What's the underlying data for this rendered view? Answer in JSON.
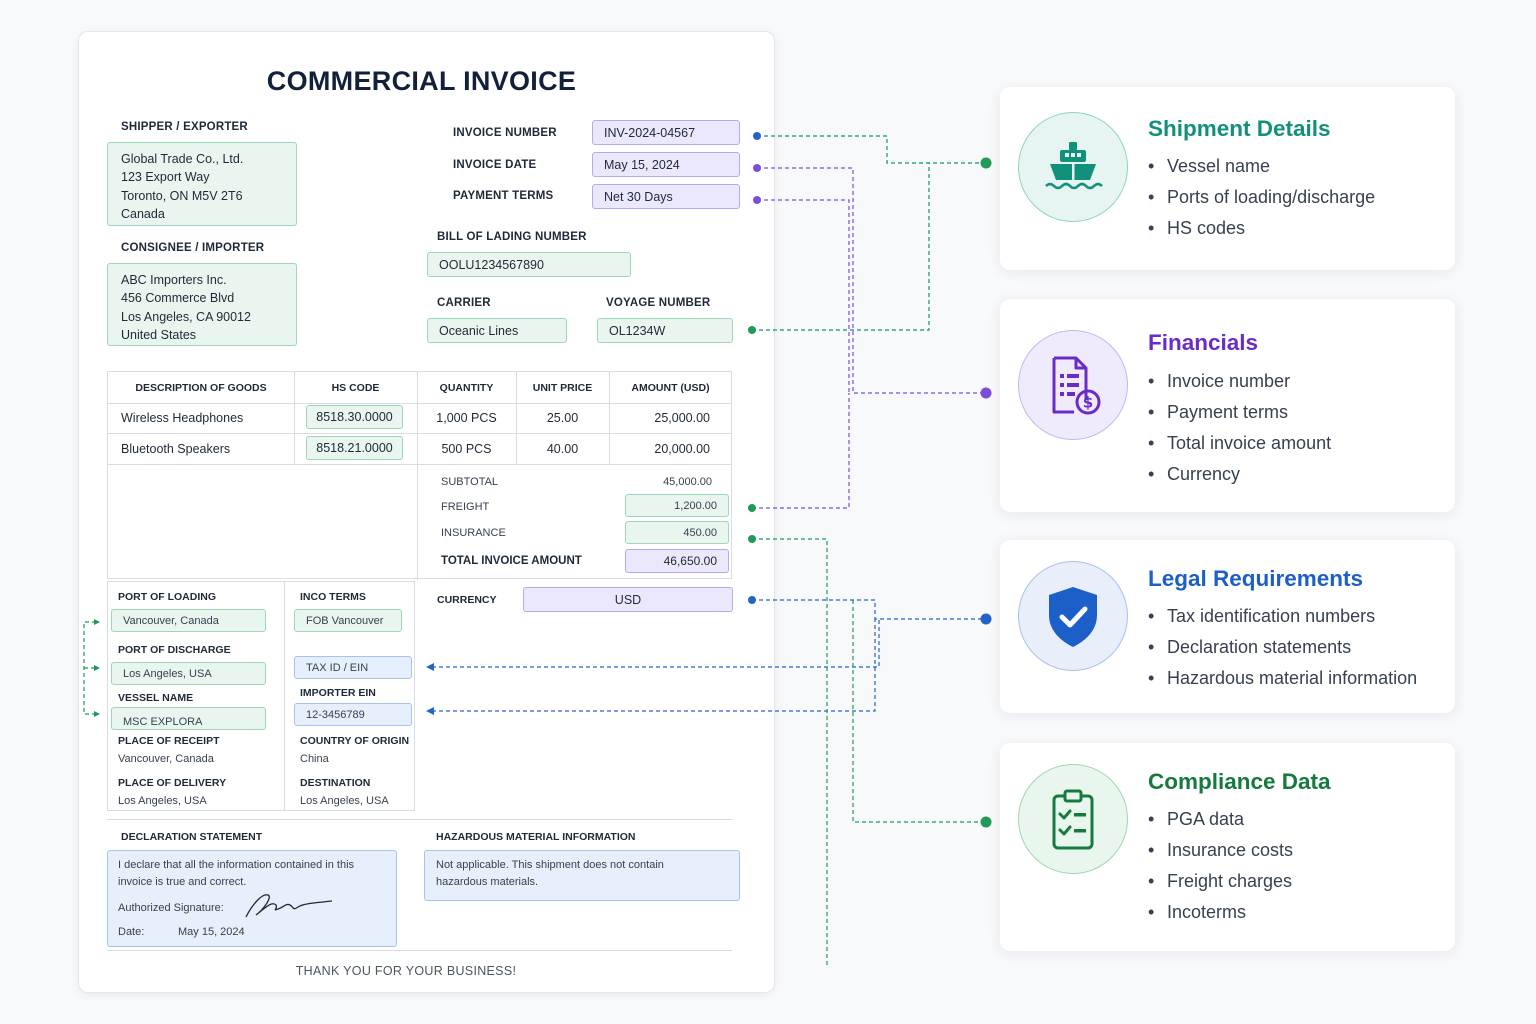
{
  "invoice": {
    "title": "COMMERCIAL INVOICE",
    "shipper": {
      "label": "SHIPPER / EXPORTER",
      "lines": [
        "Global Trade Co., Ltd.",
        "123 Export Way",
        "Toronto, ON M5V 2T6",
        "Canada"
      ]
    },
    "consignee": {
      "label": "CONSIGNEE / IMPORTER",
      "lines": [
        "ABC Importers Inc.",
        "456 Commerce Blvd",
        "Los Angeles, CA 90012",
        "United States"
      ]
    },
    "invoice_number": {
      "label": "INVOICE NUMBER",
      "value": "INV-2024-04567"
    },
    "invoice_date": {
      "label": "INVOICE DATE",
      "value": "May 15, 2024"
    },
    "payment_terms": {
      "label": "PAYMENT TERMS",
      "value": "Net 30 Days"
    },
    "bill_of_lading": {
      "label": "BILL OF LADING NUMBER",
      "value": "OOLU1234567890"
    },
    "carrier": {
      "label": "CARRIER",
      "value": "Oceanic Lines"
    },
    "voyage_number": {
      "label": "VOYAGE NUMBER",
      "value": "OL1234W"
    },
    "table": {
      "headers": [
        "DESCRIPTION OF GOODS",
        "HS CODE",
        "QUANTITY",
        "UNIT PRICE",
        "AMOUNT (USD)"
      ],
      "rows": [
        {
          "description": "Wireless Headphones",
          "hs_code": "8518.30.0000",
          "quantity": "1,000 PCS",
          "unit_price": "25.00",
          "amount": "25,000.00"
        },
        {
          "description": "Bluetooth Speakers",
          "hs_code": "8518.21.0000",
          "quantity": "500 PCS",
          "unit_price": "40.00",
          "amount": "20,000.00"
        }
      ]
    },
    "totals": {
      "subtotal_label": "SUBTOTAL",
      "subtotal": "45,000.00",
      "freight_label": "FREIGHT",
      "freight": "1,200.00",
      "insurance_label": "INSURANCE",
      "insurance": "450.00",
      "total_label": "TOTAL INVOICE AMOUNT",
      "total": "46,650.00"
    },
    "currency": {
      "label": "CURRENCY",
      "value": "USD"
    },
    "port_of_loading": {
      "label": "PORT OF LOADING",
      "value": "Vancouver, Canada"
    },
    "inco_terms": {
      "label": "INCO TERMS",
      "value": "FOB Vancouver"
    },
    "port_of_discharge": {
      "label": "PORT OF DISCHARGE",
      "value": "Los Angeles, USA"
    },
    "tax_id": {
      "value": "TAX ID / EIN"
    },
    "vessel_name": {
      "label": "VESSEL NAME",
      "value": "MSC EXPLORA"
    },
    "importer_ein": {
      "label": "IMPORTER EIN",
      "value": "12-3456789"
    },
    "place_of_receipt": {
      "label": "PLACE OF RECEIPT",
      "value": "Vancouver, Canada"
    },
    "country_of_origin": {
      "label": "COUNTRY OF ORIGIN",
      "value": "China"
    },
    "place_of_delivery": {
      "label": "PLACE OF DELIVERY",
      "value": "Los Angeles, USA"
    },
    "destination": {
      "label": "DESTINATION",
      "value": "Los Angeles, USA"
    },
    "declaration": {
      "label": "DECLARATION STATEMENT",
      "line1": "I declare that all the information contained in this",
      "line2": "invoice is true and correct.",
      "signature_label": "Authorized Signature:",
      "date_label": "Date:",
      "date": "May 15, 2024"
    },
    "hazardous": {
      "label": "HAZARDOUS MATERIAL INFORMATION",
      "line1": "Not applicable. This shipment does not contain",
      "line2": "hazardous materials."
    },
    "footer": "THANK YOU FOR YOUR BUSINESS!"
  },
  "categories": [
    {
      "title": "Shipment Details",
      "color": "#12917a",
      "icon": "ship-icon",
      "items": [
        "Vessel name",
        "Ports of loading/discharge",
        "HS codes"
      ]
    },
    {
      "title": "Financials",
      "color": "#6a2cc8",
      "icon": "invoice-dollar-icon",
      "items": [
        "Invoice number",
        "Payment terms",
        "Total invoice amount",
        "Currency"
      ]
    },
    {
      "title": "Legal Requirements",
      "color": "#1d5fc8",
      "icon": "shield-check-icon",
      "items": [
        "Tax identification numbers",
        "Declaration statements",
        "Hazardous material information"
      ]
    },
    {
      "title": "Compliance Data",
      "color": "#157a3d",
      "icon": "clipboard-check-icon",
      "items": [
        "PGA data",
        "Insurance costs",
        "Freight charges",
        "Incoterms"
      ]
    }
  ],
  "colors": {
    "shipment": "#12917a",
    "financial": "#7c4ddb",
    "legal": "#2563c9",
    "compliance": "#1f9a57"
  }
}
